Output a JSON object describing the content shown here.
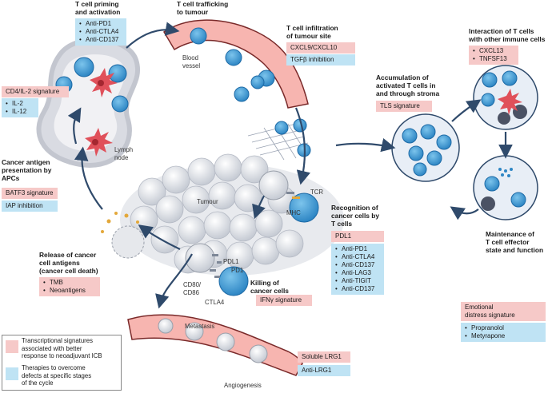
{
  "stages": {
    "priming": {
      "title": "T cell priming\nand activation",
      "therapies": [
        "Anti-PD1",
        "Anti-CTLA4",
        "Anti-CD137"
      ]
    },
    "trafficking": {
      "title": "T cell trafficking\nto tumour",
      "vessel_label": "Blood\nvessel"
    },
    "infiltration": {
      "title": "T cell infiltration\nof tumour site",
      "signature": "CXCL9/CXCL10",
      "therapy": "TGFβ inhibition"
    },
    "interaction": {
      "title": "Interaction of T cells\nwith other immune cells",
      "signatures": [
        "CXCL13",
        "TNFSF13"
      ]
    },
    "accumulation": {
      "title": "Accumulation of\nactivated T cells in\nand through stroma",
      "signature": "TLS signature"
    },
    "maintenance": {
      "title": "Maintenance of\nT cell effector\nstate and function"
    },
    "presentation": {
      "title": "Cancer antigen\npresentation by\nAPCs",
      "signature": "BATF3 signature",
      "therapy": "IAP inhibition"
    },
    "lymph": {
      "signature": "CD4/IL-2 signature",
      "therapies": [
        "IL-2",
        "IL-12"
      ],
      "node_label": "Lymph\nnode"
    },
    "recognition": {
      "title": "Recognition of\ncancer cells by\nT cells",
      "signature": "PDL1",
      "therapies": [
        "Anti-PD1",
        "Anti-CTLA4",
        "Anti-CD137",
        "Anti-LAG3",
        "Anti-TIGIT",
        "Anti-CD137"
      ],
      "tcr": "TCR",
      "mhc": "MHC",
      "tumour": "Tumour"
    },
    "release": {
      "title": "Release of cancer\ncell antigens\n(cancer cell death)",
      "signatures": [
        "TMB",
        "Neoantigens"
      ]
    },
    "killing": {
      "title": "Killing of\ncancer cells",
      "signature": "IFNγ signature",
      "pdl1": "PDL1",
      "pd1": "PD1",
      "cd80": "CD80/\nCD86",
      "ctla4": "CTLA4"
    },
    "metastasis": {
      "label": "Metastasis",
      "angiogenesis": "Angiogenesis",
      "signature": "Soluble LRG1",
      "therapy": "Anti-LRG1"
    },
    "distress": {
      "signature": "Emotional\ndistress signature",
      "therapies": [
        "Propranolol",
        "Metyrapone"
      ]
    }
  },
  "legend": {
    "pink_text": "Transcriptional signatures\nassociated with better\nresponse to neoadjuvant ICB",
    "blue_text": "Therapies to overcome\ndefects at specific stages\nof the cycle"
  },
  "colors": {
    "pink": "#f6c9c8",
    "blue": "#bfe3f4",
    "tcell": "#5aaee0",
    "apc": "#e0505a",
    "arrow": "#2f4a6b"
  }
}
